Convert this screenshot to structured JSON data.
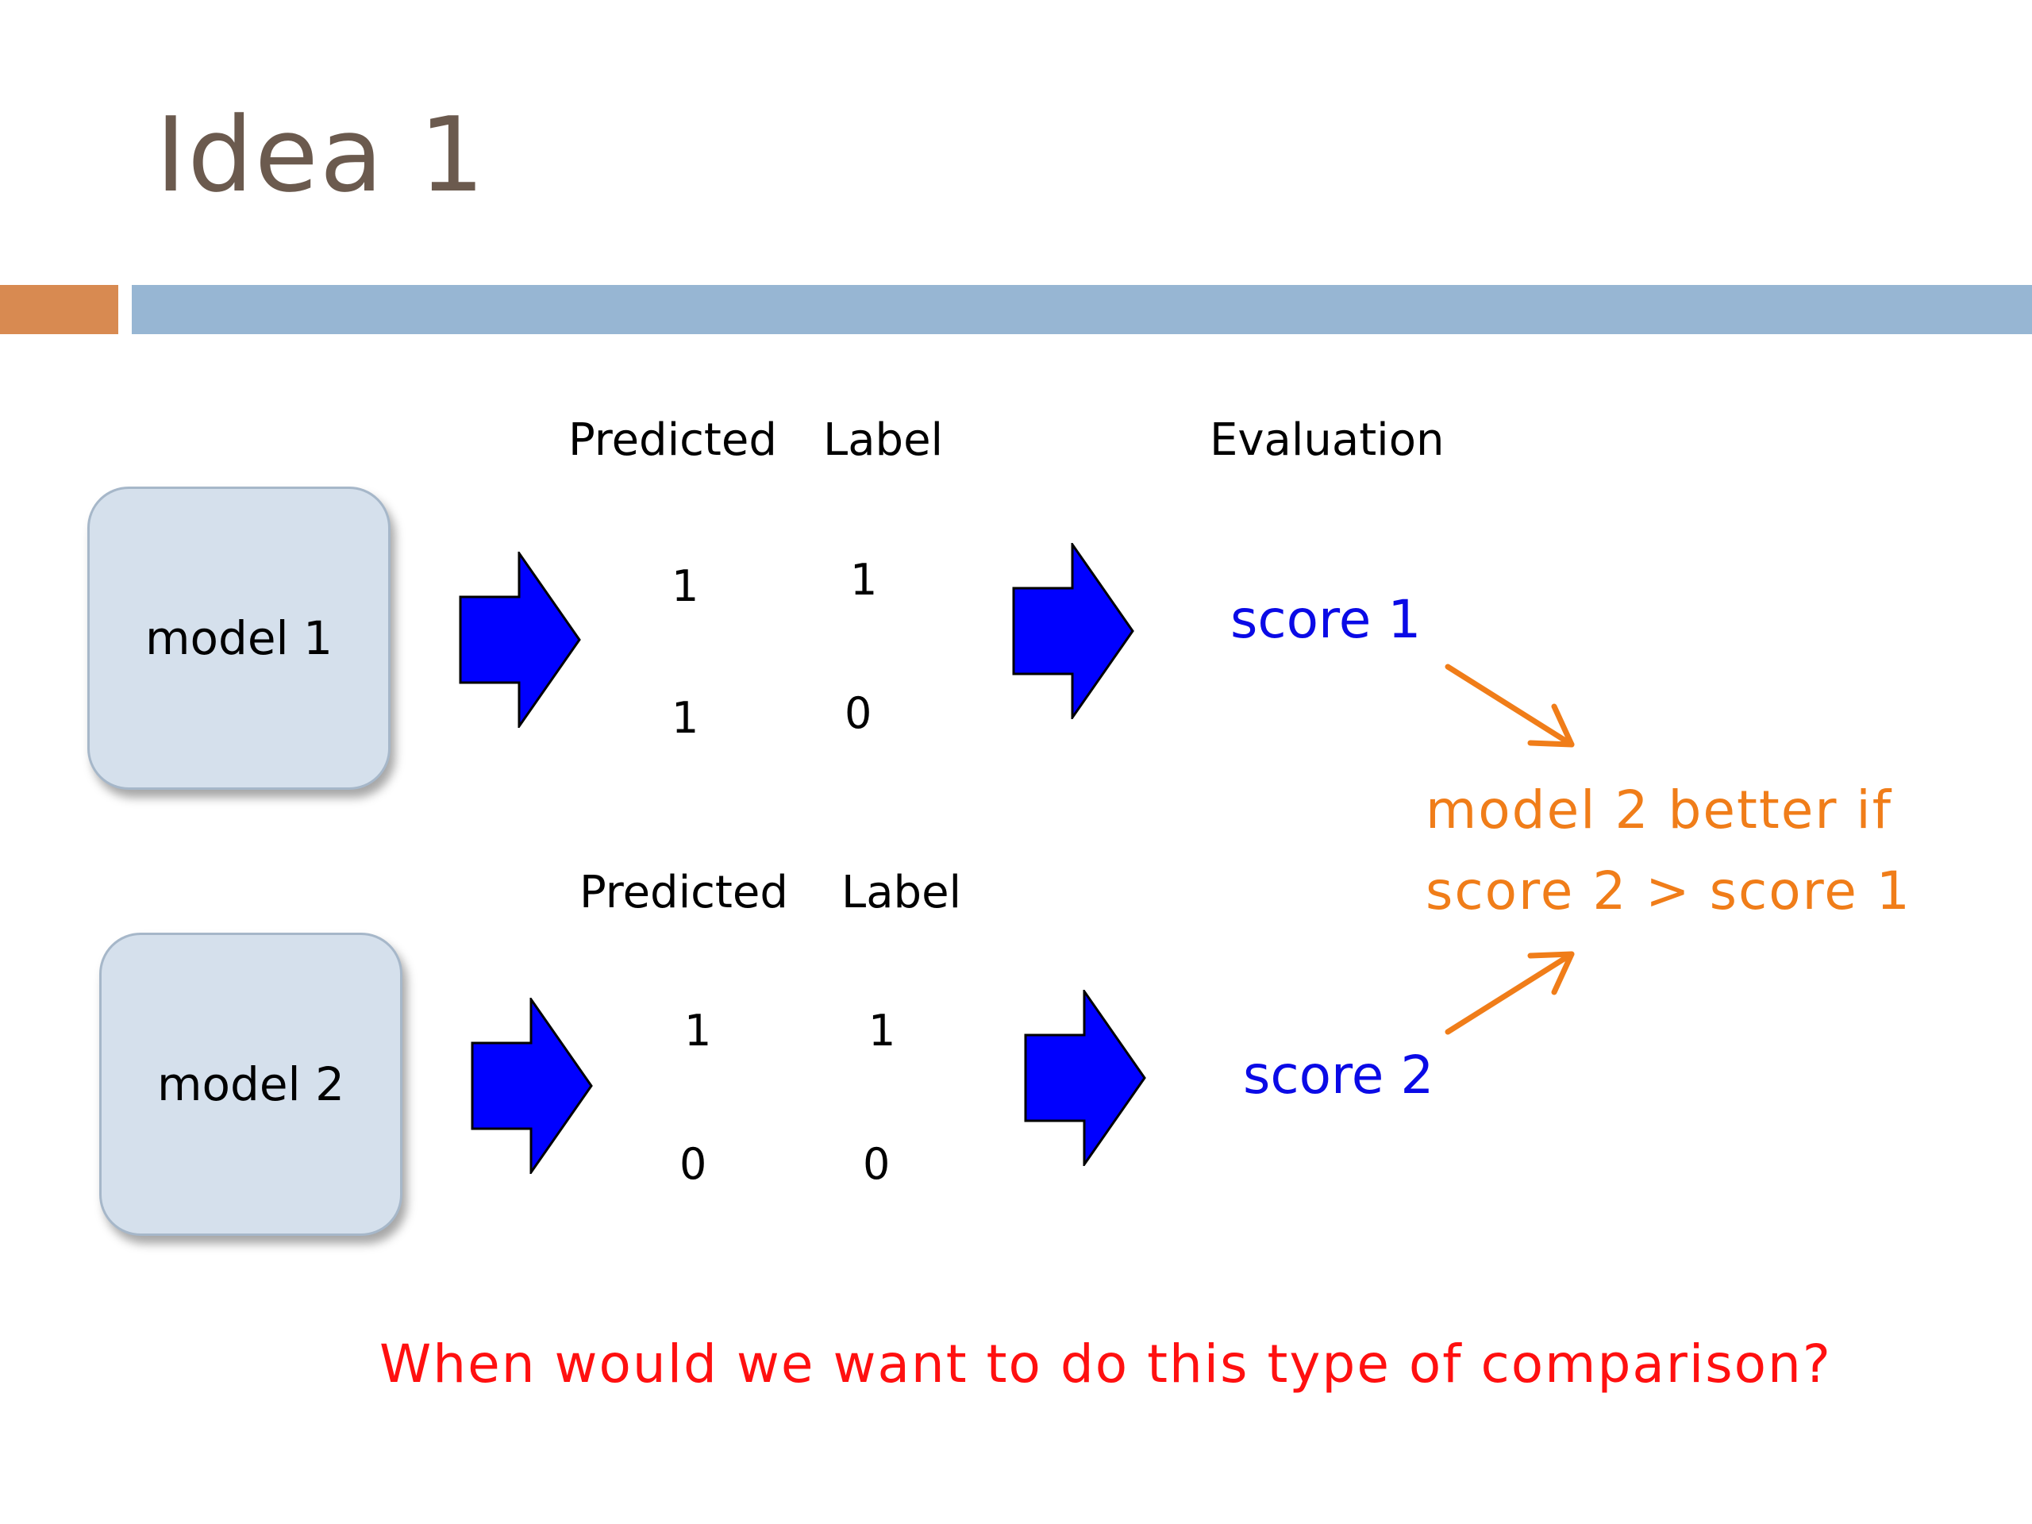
{
  "slide": {
    "title": "Idea 1",
    "question": "When would we want to do this type of comparison?"
  },
  "headers": {
    "predicted": "Predicted",
    "label": "Label",
    "evaluation": "Evaluation"
  },
  "models": [
    {
      "name": "model 1",
      "predicted": [
        "1",
        "1"
      ],
      "labels": [
        "1",
        "0"
      ],
      "score": "score 1"
    },
    {
      "name": "model 2",
      "predicted": [
        "1",
        "0"
      ],
      "labels": [
        "1",
        "0"
      ],
      "score": "score 2"
    }
  ],
  "comparison": {
    "line1": "model 2 better if",
    "line2": "score 2 > score 1"
  },
  "colors": {
    "arrow_blue": "#0000ff",
    "score_blue": "#0a0ae6",
    "compare_orange": "#f07d19",
    "question_red": "#ff1010",
    "box_fill": "#d5e0ec",
    "title_brown": "#6b5a4e"
  }
}
